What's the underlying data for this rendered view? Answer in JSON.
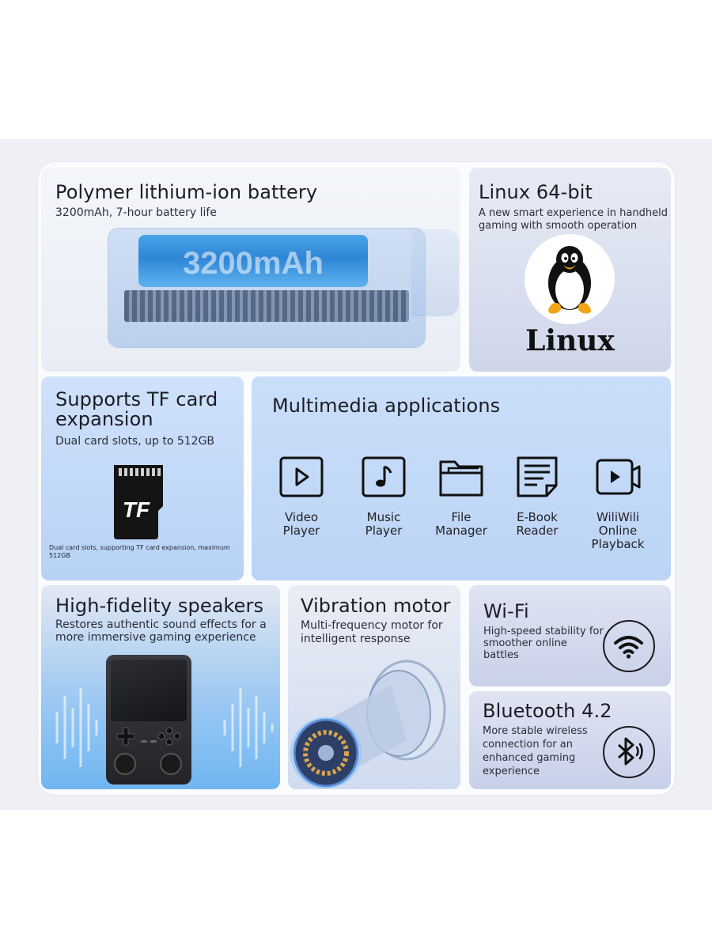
{
  "battery": {
    "title": "Polymer lithium-ion battery",
    "subtitle": "3200mAh, 7-hour battery life",
    "label": "3200mAh"
  },
  "linux": {
    "title": "Linux 64-bit",
    "subtitle_line1": "A new smart experience in handheld",
    "subtitle_line2": "gaming with smooth operation",
    "logo_text": "Linux"
  },
  "tf": {
    "title_line1": "Supports TF card",
    "title_line2": "expansion",
    "subtitle": "Dual card slots, up to 512GB",
    "card_text": "TF",
    "caption": "Dual card slots, supporting TF card expansion, maximum 512GB"
  },
  "media": {
    "title": "Multimedia applications",
    "items": [
      {
        "line1": "Video",
        "line2": "Player",
        "line3": "",
        "icon": "play-icon"
      },
      {
        "line1": "Music",
        "line2": "Player",
        "line3": "",
        "icon": "music-note-icon"
      },
      {
        "line1": "File",
        "line2": "Manager",
        "line3": "",
        "icon": "folder-icon"
      },
      {
        "line1": "E-Book",
        "line2": "Reader",
        "line3": "",
        "icon": "document-icon"
      },
      {
        "line1": "WiliWili",
        "line2": "Online",
        "line3": "Playback",
        "icon": "video-camera-icon"
      }
    ]
  },
  "speakers": {
    "title": "High-fidelity speakers",
    "subtitle_line1": "Restores authentic sound effects for a",
    "subtitle_line2": "more immersive gaming experience"
  },
  "vibration": {
    "title": "Vibration motor",
    "subtitle_line1": "Multi-frequency motor for",
    "subtitle_line2": "intelligent response"
  },
  "wifi": {
    "title": "Wi-Fi",
    "subtitle_line1": "High-speed stability for",
    "subtitle_line2": "smoother online",
    "subtitle_line3": "battles",
    "icon": "wifi-icon"
  },
  "bluetooth": {
    "title": "Bluetooth 4.2",
    "subtitle_line1": "More stable wireless",
    "subtitle_line2": "connection for an",
    "subtitle_line3": "enhanced gaming",
    "subtitle_line4": "experience",
    "icon": "bluetooth-icon"
  },
  "colors": {
    "accent_blue": "#2f86d6",
    "card_blue": "#c9def9",
    "icon_dark": "#1a1a1a"
  }
}
